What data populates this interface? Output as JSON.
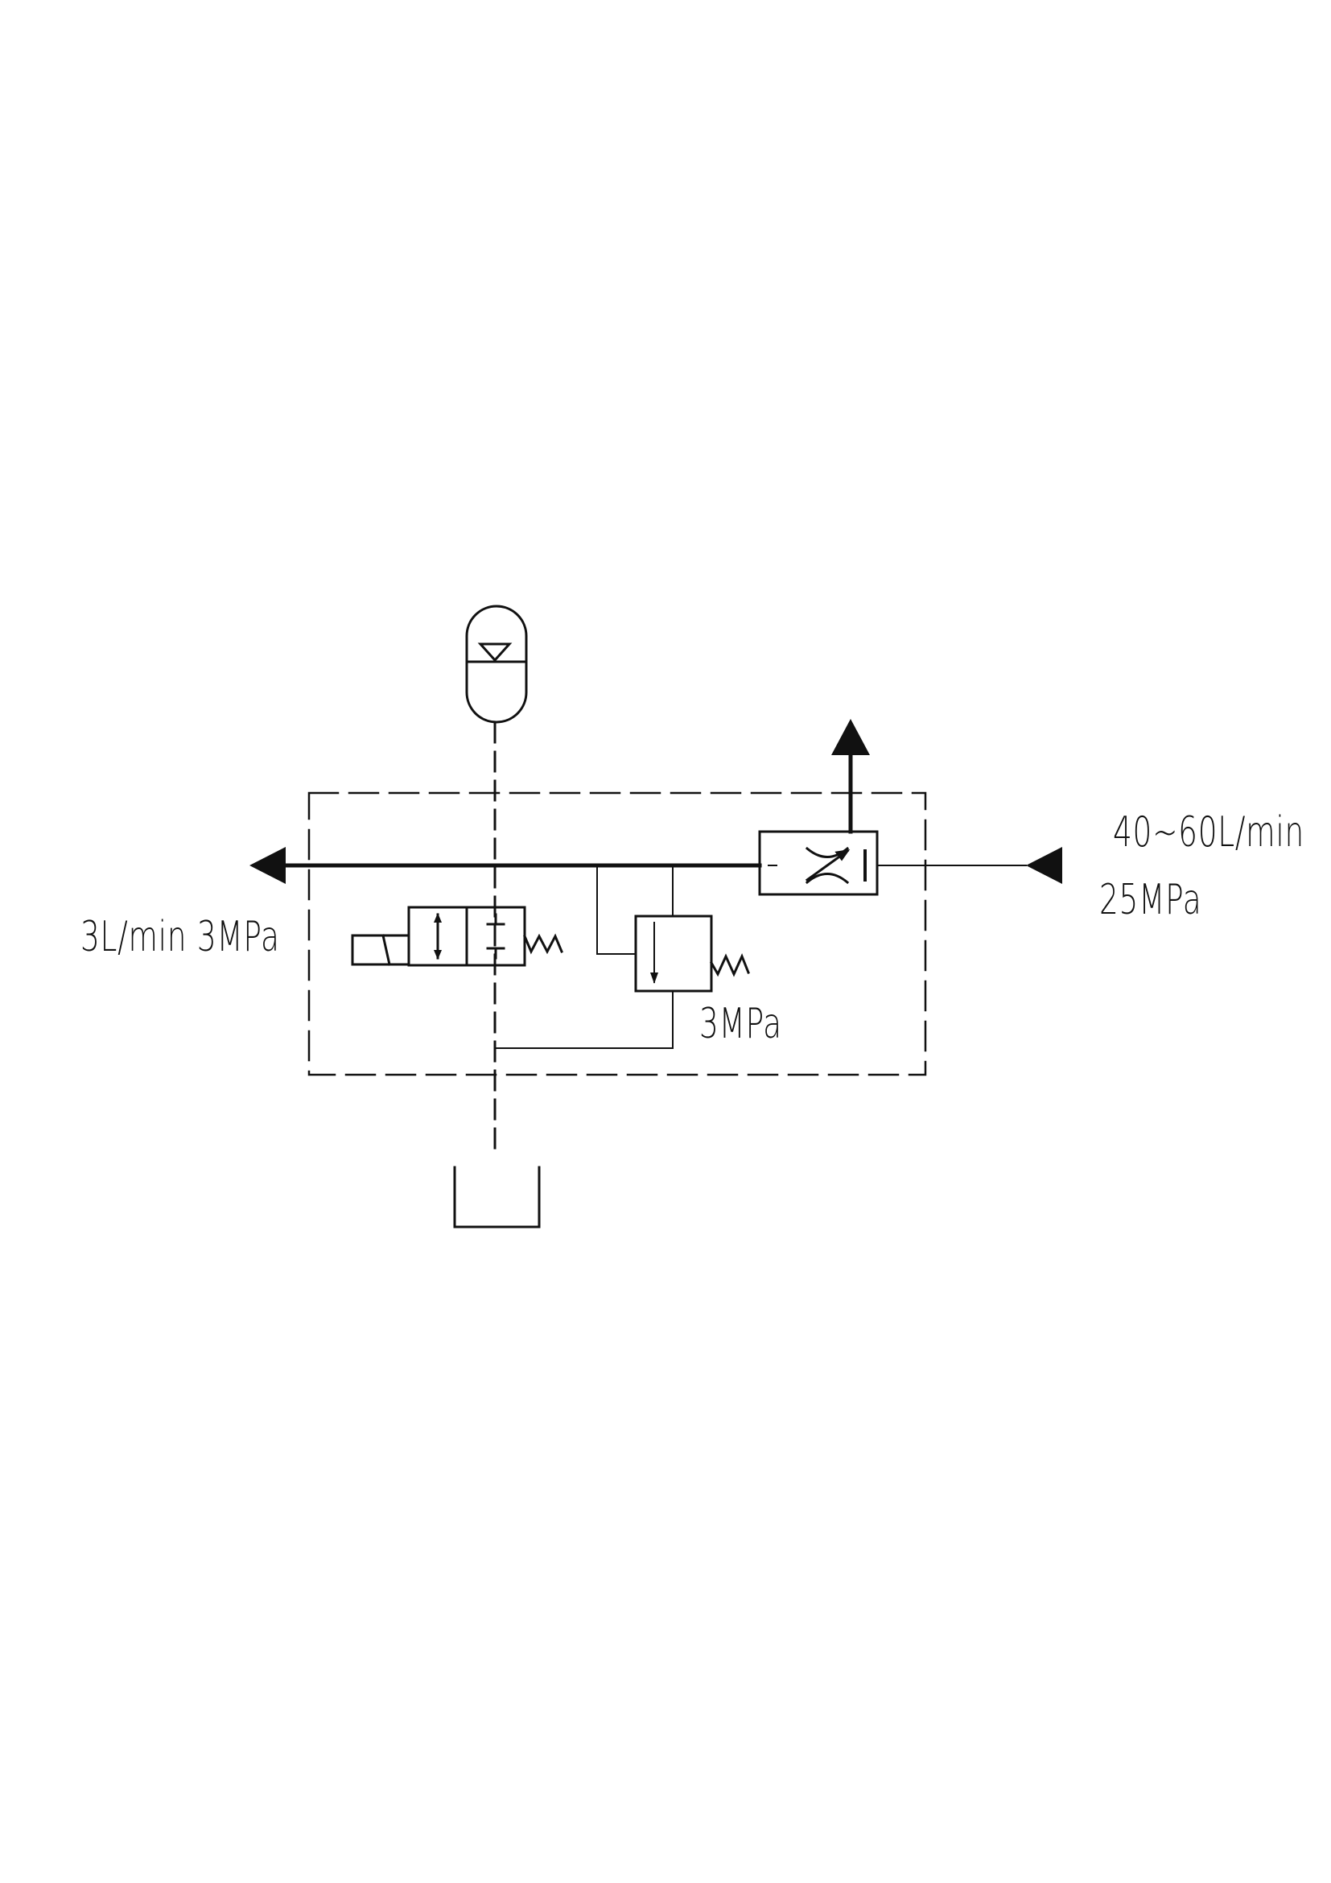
{
  "labels": {
    "inlet_flow": "40~60L/min",
    "inlet_pressure": "25MPa",
    "outlet_left": "3L/min 3MPa",
    "relief_pressure": "3MPa"
  },
  "components": [
    "accumulator",
    "flow-control-valve",
    "solenoid-directional-valve",
    "pressure-relief-valve",
    "tank"
  ],
  "colors": {
    "line": "#111111",
    "background": "#ffffff"
  }
}
